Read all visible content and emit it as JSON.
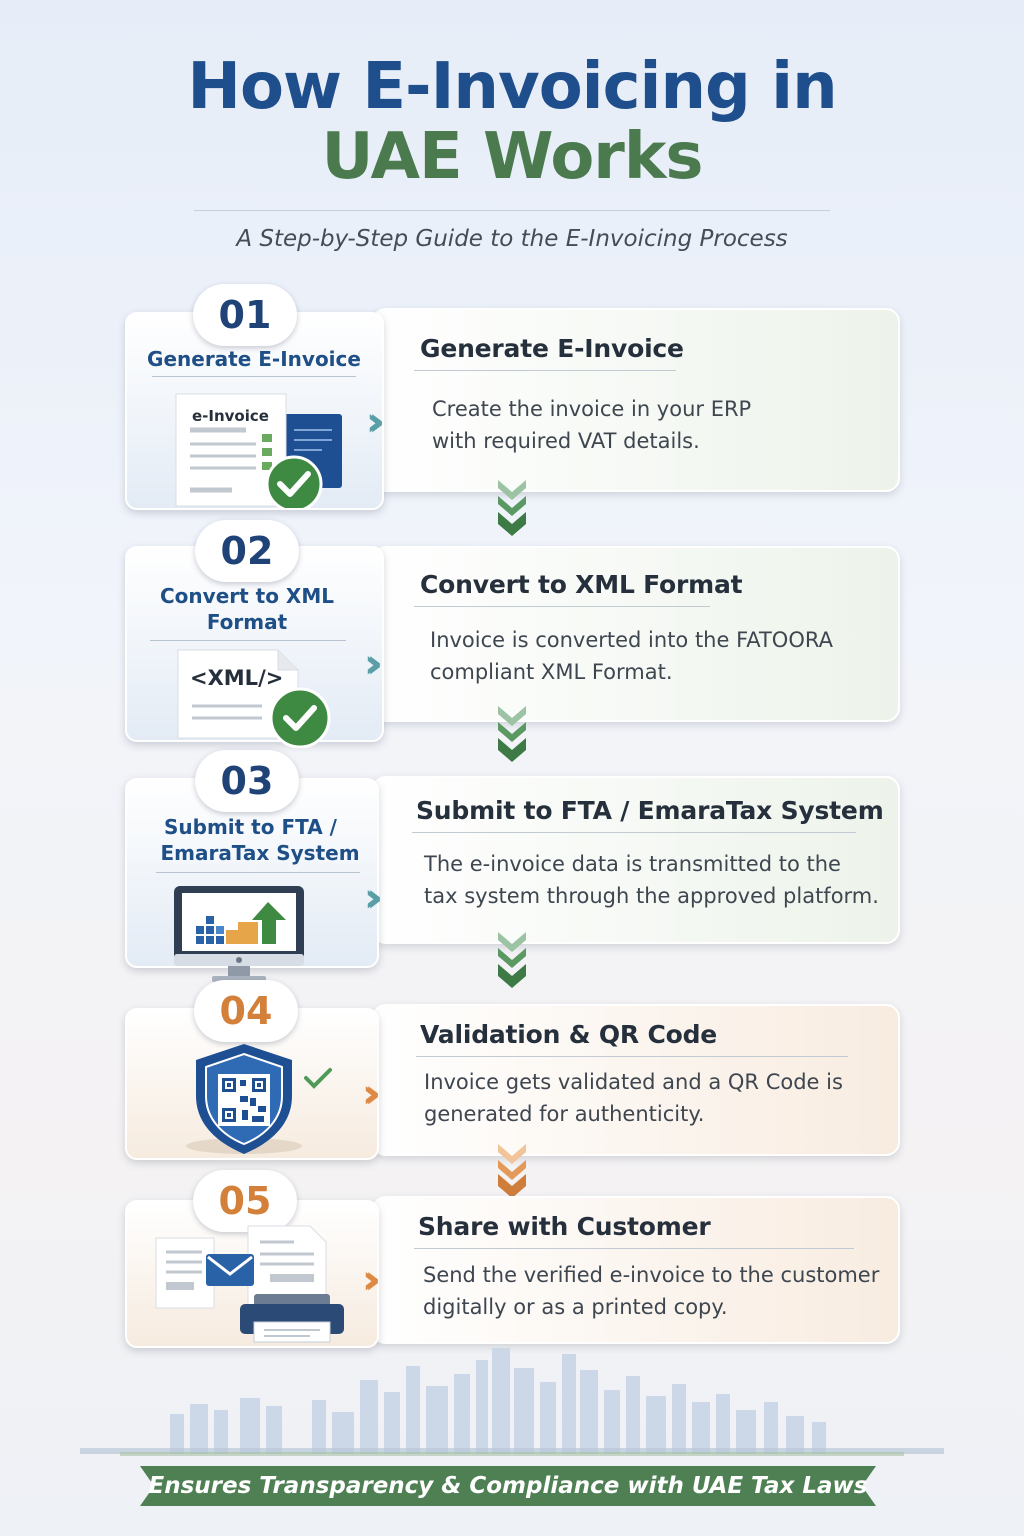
{
  "header": {
    "title_line1": "How E-Invoicing in",
    "title_line2": "UAE Works",
    "subtitle": "A Step-by-Step Guide to the E-Invoicing Process"
  },
  "steps": [
    {
      "number": "01",
      "short_title": "Generate E-Invoice",
      "title": "Generate E-Invoice",
      "description_line1": "Create the invoice in your ERP",
      "description_line2": "with required VAT details.",
      "icon": "e-invoice-document-check-icon",
      "icon_label": "e-Invoice",
      "theme": "green"
    },
    {
      "number": "02",
      "short_title_line1": "Convert to XML",
      "short_title_line2": "Format",
      "title": "Convert to XML Format",
      "description_line1": "Invoice is converted into the FATOORA",
      "description_line2": "compliant XML Format.",
      "icon": "xml-document-check-icon",
      "icon_label": "<XML/>",
      "theme": "green"
    },
    {
      "number": "03",
      "short_title_line1": "Submit to FTA /",
      "short_title_line2": "EmaraTax System",
      "title": "Submit to FTA / EmaraTax System",
      "description_line1": "The e-invoice data is transmitted to the",
      "description_line2": "tax system through the approved platform.",
      "icon": "monitor-upload-icon",
      "theme": "green"
    },
    {
      "number": "04",
      "title": "Validation & QR Code",
      "description_line1": "Invoice gets validated and a QR Code is",
      "description_line2": "generated for authenticity.",
      "icon": "shield-qr-code-icon",
      "theme": "orange"
    },
    {
      "number": "05",
      "title": "Share with Customer",
      "description_line1": "Send the verified e-invoice to the customer",
      "description_line2": "digitally or as a printed copy.",
      "icon": "email-printer-documents-icon",
      "theme": "orange"
    }
  ],
  "footer": {
    "tagline": "Ensures Transparency & Compliance with UAE Tax Laws"
  },
  "colors": {
    "title_blue": "#1f4e8c",
    "title_green": "#4a7a4e",
    "step_green_accent": "#4f8f58",
    "step_orange_accent": "#d3803a",
    "ribbon_green": "#4f8054"
  }
}
